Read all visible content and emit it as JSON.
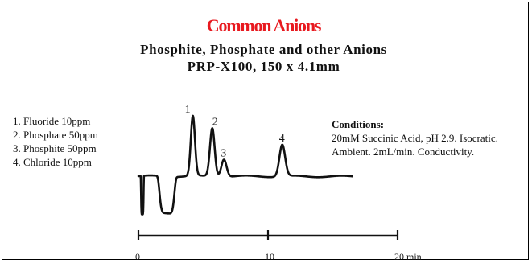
{
  "title": "Common Anions",
  "subtitle_1": "Phosphite, Phosphate and other Anions",
  "subtitle_2": "PRP-X100, 150 x 4.1mm",
  "legend": [
    "1. Fluoride 10ppm",
    "2. Phosphate 50ppm",
    "3. Phosphite 50ppm",
    "4. Chloride 10ppm"
  ],
  "conditions": {
    "heading": "Conditions:",
    "line_1": "20mM Succinic Acid, pH 2.9. Isocratic.",
    "line_2": "Ambient.  2mL/min.  Conductivity."
  },
  "chart_data": {
    "type": "line",
    "xlim": [
      0,
      20
    ],
    "x_unit": "min",
    "ticks": [
      {
        "value": 0,
        "label": "0"
      },
      {
        "value": 10,
        "label": "10"
      },
      {
        "value": 20,
        "label": "20 min"
      }
    ],
    "baseline": 0,
    "dips": [
      {
        "x": 0.3,
        "depth": 1.0,
        "width": 0.1
      },
      {
        "x": 2.2,
        "depth": 0.95,
        "width": 0.6
      }
    ],
    "peaks": [
      {
        "label": "1",
        "x": 4.2,
        "height": 1.55
      },
      {
        "label": "2",
        "x": 5.7,
        "height": 1.25
      },
      {
        "label": "3",
        "x": 6.6,
        "height": 0.45
      },
      {
        "label": "4",
        "x": 11.1,
        "height": 0.82
      }
    ]
  }
}
